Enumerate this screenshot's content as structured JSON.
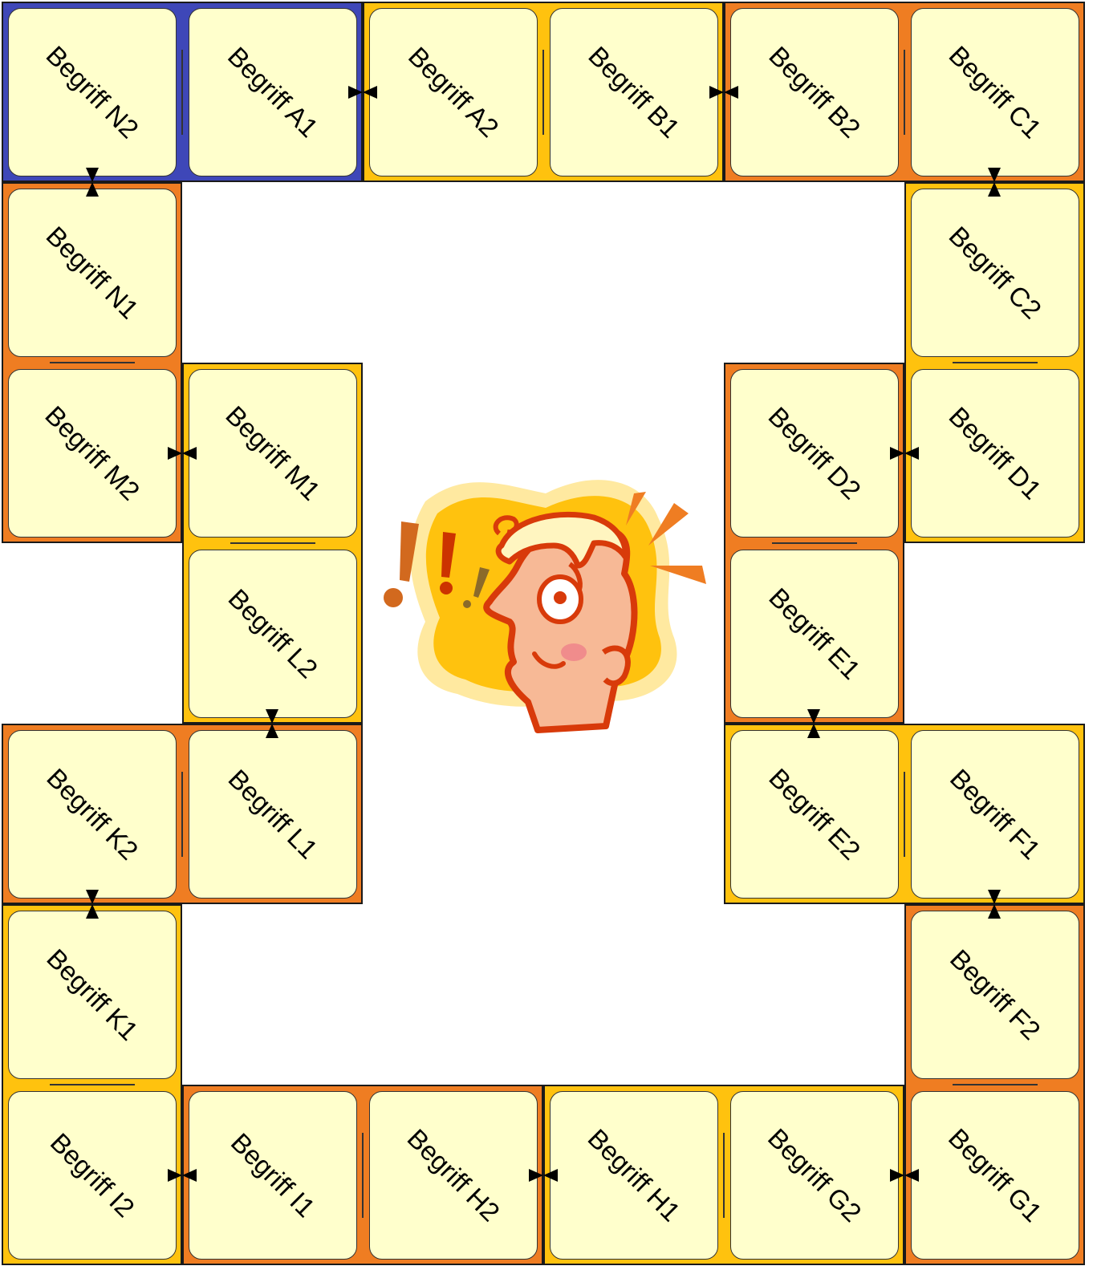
{
  "board": {
    "title": "",
    "center_icon": "surprised-man-head-icon",
    "colors": {
      "blue": "#3e47b8",
      "orange": "#ef7d22",
      "yellow": "#ffc20e",
      "tile": "#ffffcc",
      "line": "#1a1a1a"
    },
    "tiles": [
      {
        "id": "N2",
        "label": "Begriff N2"
      },
      {
        "id": "A1",
        "label": "Begriff A1"
      },
      {
        "id": "A2",
        "label": "Begriff A2"
      },
      {
        "id": "B1",
        "label": "Begriff B1"
      },
      {
        "id": "B2",
        "label": "Begriff B2"
      },
      {
        "id": "C1",
        "label": "Begriff C1"
      },
      {
        "id": "N1",
        "label": "Begriff N1"
      },
      {
        "id": "C2",
        "label": "Begriff C2"
      },
      {
        "id": "M2",
        "label": "Begriff M2"
      },
      {
        "id": "M1",
        "label": "Begriff M1"
      },
      {
        "id": "D2",
        "label": "Begriff D2"
      },
      {
        "id": "D1",
        "label": "Begriff D1"
      },
      {
        "id": "L2",
        "label": "Begriff L2"
      },
      {
        "id": "E1",
        "label": "Begriff E1"
      },
      {
        "id": "K2",
        "label": "Begriff K2"
      },
      {
        "id": "L1",
        "label": "Begriff L1"
      },
      {
        "id": "E2",
        "label": "Begriff E2"
      },
      {
        "id": "F1",
        "label": "Begriff F1"
      },
      {
        "id": "K1",
        "label": "Begriff K1"
      },
      {
        "id": "F2",
        "label": "Begriff F2"
      },
      {
        "id": "I2",
        "label": "Begriff I2"
      },
      {
        "id": "I1",
        "label": "Begriff I1"
      },
      {
        "id": "H2",
        "label": "Begriff H2"
      },
      {
        "id": "H1",
        "label": "Begriff H1"
      },
      {
        "id": "G2",
        "label": "Begriff G2"
      },
      {
        "id": "G1",
        "label": "Begriff G1"
      }
    ],
    "dominoes": [
      {
        "id": "N",
        "color": "blue"
      },
      {
        "id": "A",
        "color": "yellow"
      },
      {
        "id": "B",
        "color": "orange"
      },
      {
        "id": "C",
        "color": "yellow"
      },
      {
        "id": "N-left",
        "color": "orange"
      },
      {
        "id": "M",
        "color": "yellow"
      },
      {
        "id": "D",
        "color": "orange"
      },
      {
        "id": "E",
        "color": "yellow"
      },
      {
        "id": "L",
        "color": "orange"
      },
      {
        "id": "K",
        "color": "yellow"
      },
      {
        "id": "F",
        "color": "orange"
      },
      {
        "id": "I",
        "color": "orange"
      },
      {
        "id": "H",
        "color": "yellow"
      }
    ]
  }
}
